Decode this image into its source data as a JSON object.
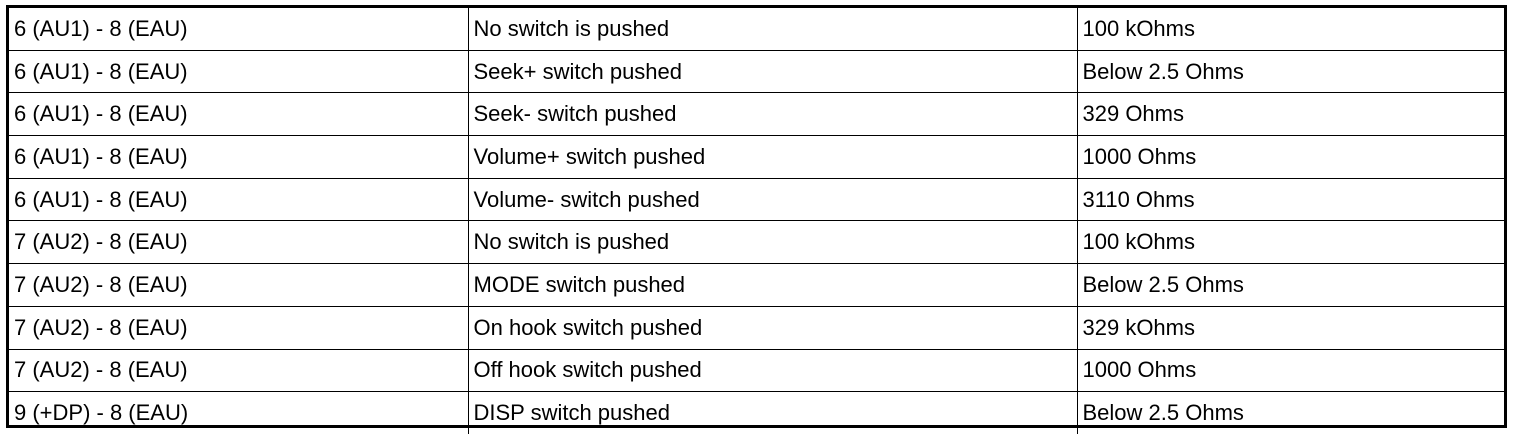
{
  "table": {
    "rows": [
      [
        "6 (AU1) - 8 (EAU)",
        "No switch is pushed",
        "100 kOhms"
      ],
      [
        "6 (AU1) - 8 (EAU)",
        "Seek+ switch pushed",
        "Below 2.5 Ohms"
      ],
      [
        "6 (AU1) - 8 (EAU)",
        "Seek- switch pushed",
        "329 Ohms"
      ],
      [
        "6 (AU1) - 8 (EAU)",
        "Volume+ switch pushed",
        "1000 Ohms"
      ],
      [
        "6 (AU1) - 8 (EAU)",
        "Volume- switch pushed",
        "3110 Ohms"
      ],
      [
        "7 (AU2) - 8 (EAU)",
        "No switch is pushed",
        "100 kOhms"
      ],
      [
        "7 (AU2) - 8 (EAU)",
        "MODE switch pushed",
        "Below 2.5 Ohms"
      ],
      [
        "7 (AU2) - 8 (EAU)",
        "On hook switch pushed",
        "329 kOhms"
      ],
      [
        "7 (AU2) - 8 (EAU)",
        "Off hook switch pushed",
        "1000 Ohms"
      ],
      [
        "9 (+DP) - 8 (EAU)",
        "DISP switch pushed",
        "Below 2.5 Ohms"
      ]
    ]
  }
}
